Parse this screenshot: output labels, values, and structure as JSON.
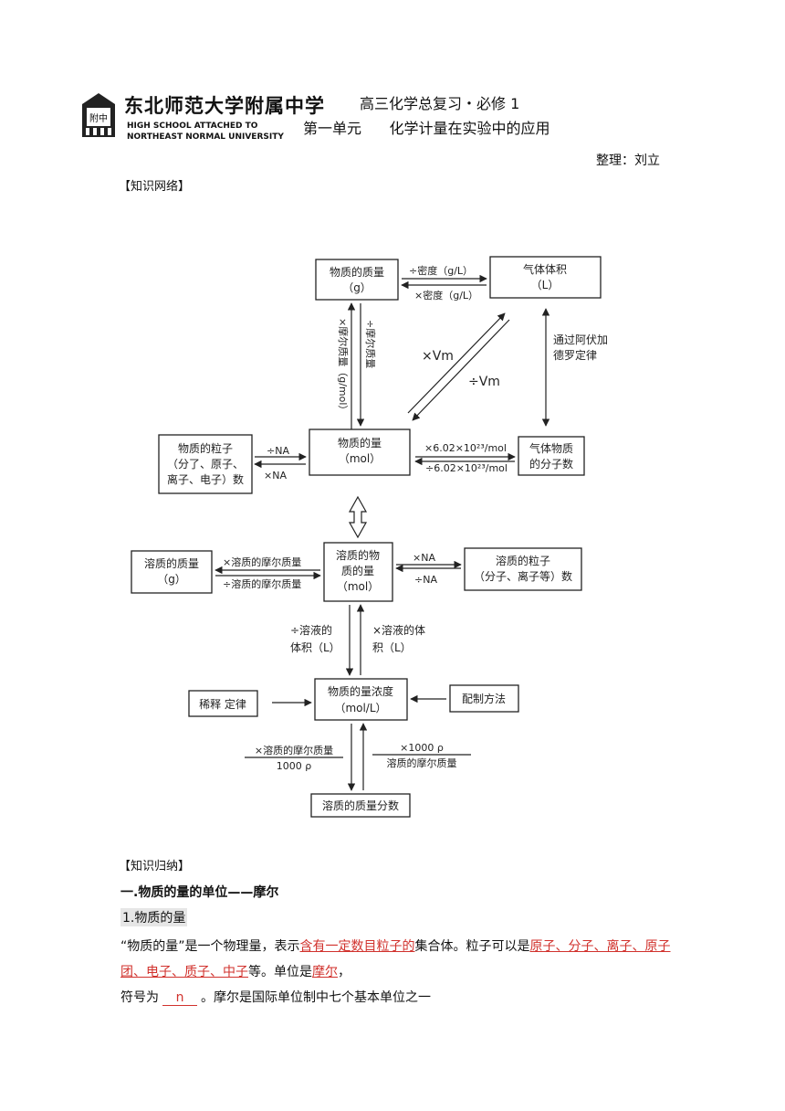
{
  "header": {
    "school_cn": "东北师范大学附属中学",
    "school_en_1": "HIGH SCHOOL ATTACHED TO",
    "school_en_2": "NORTHEAST NORMAL UNIVERSITY",
    "seal_text": "附中",
    "title_line1": "高三化学总复习・必修 1",
    "title_line2": "第一单元      化学计量在实验中的应用",
    "author": "整理：刘立"
  },
  "sections": {
    "network_label": "【知识网络】",
    "summary_label": "【知识归纳】"
  },
  "diagram": {
    "boxes": {
      "mass_l1": "物质的质量",
      "mass_l2": "（g）",
      "gas_vol_l1": "气体体积",
      "gas_vol_l2": "（L）",
      "particles_l1": "物质的粒子",
      "particles_l2": "（分了、原子、",
      "particles_l3": "离子、电子）数",
      "amount_l1": "物质的量",
      "amount_l2": "（mol）",
      "gas_mol_l1": "气体物质",
      "gas_mol_l2": "的分子数",
      "solute_mass_l1": "溶质的质量",
      "solute_mass_l2": "（g）",
      "solute_amount_l1": "溶质的物",
      "solute_amount_l2": "质的量",
      "solute_amount_l3": "（mol）",
      "solute_particles_l1": "溶质的粒子",
      "solute_particles_l2": "（分子、离子等）数",
      "dilution": "稀释 定律",
      "concentration_l1": "物质的量浓度",
      "concentration_l2": "（mol/L）",
      "prep": "配制方法",
      "mass_fraction": "溶质的质量分数"
    },
    "labels": {
      "div_density": "÷密度（g/L）",
      "mul_density": "×密度（g/L）",
      "mul_molar_mass_vertical": "×摩尔质量（g/mol）",
      "div_molar_mass_vertical": "÷摩尔质量",
      "avogadro_l1": "通过阿伏加",
      "avogadro_l2": "德罗定律",
      "mul_vm": "×Vm",
      "div_vm": "÷Vm",
      "div_na": "÷NA",
      "mul_na": "×NA",
      "mul_602": "×6.02×10²³/mol",
      "div_602": "÷6.02×10²³/mol",
      "mul_solute_molar": "×溶质的摩尔质量",
      "div_solute_molar": "÷溶质的摩尔质量",
      "mul_na2": "×NA",
      "div_na2": "÷NA",
      "div_solution_vol_l1": "÷溶液的",
      "div_solution_vol_l2": "体积（L）",
      "mul_solution_vol_l1": "×溶液的体",
      "mul_solution_vol_l2": "积（L）",
      "frac_left_num": "×溶质的摩尔质量",
      "frac_left_den": "1000 ρ",
      "frac_right_num": "×1000 ρ",
      "frac_right_den": "溶质的摩尔质量"
    }
  },
  "body": {
    "heading1": "一.物质的量的单位——摩尔",
    "heading2": "1.物质的量",
    "p1_a": "“物质的量”是一个物理量，表示",
    "p1_red1": "含有一定数目粒子的",
    "p1_b": "集合体。粒子可以是",
    "p1_red2": "原子、分子、离子、原子团、电子、质子、中子",
    "p1_c": "等。单位是",
    "p1_red3": "摩尔",
    "p1_d": "，",
    "p2_a": "符号为",
    "p2_blank": "n",
    "p2_b": "。摩尔是国际单位制中七个基本单位之一"
  }
}
